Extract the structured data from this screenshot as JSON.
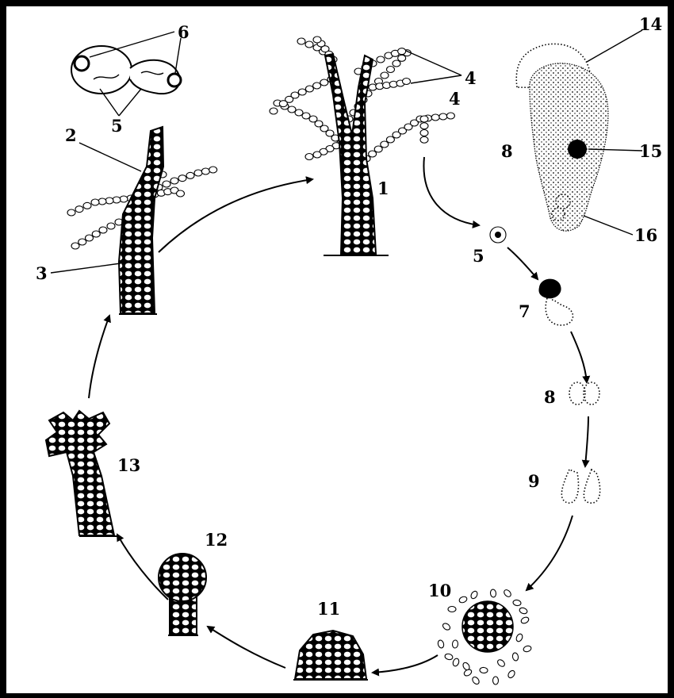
{
  "figure": {
    "labels": [
      {
        "id": "1",
        "text": "1"
      },
      {
        "id": "2",
        "text": "2"
      },
      {
        "id": "3",
        "text": "3"
      },
      {
        "id": "4",
        "text": "4"
      },
      {
        "id": "4b",
        "text": "4"
      },
      {
        "id": "5",
        "text": "5"
      },
      {
        "id": "5b",
        "text": "5"
      },
      {
        "id": "6",
        "text": "6"
      },
      {
        "id": "7",
        "text": "7"
      },
      {
        "id": "8",
        "text": "8"
      },
      {
        "id": "8b",
        "text": "8"
      },
      {
        "id": "9",
        "text": "9"
      },
      {
        "id": "10",
        "text": "10"
      },
      {
        "id": "11",
        "text": "11"
      },
      {
        "id": "12",
        "text": "12"
      },
      {
        "id": "13",
        "text": "13"
      },
      {
        "id": "14",
        "text": "14"
      },
      {
        "id": "15",
        "text": "15"
      },
      {
        "id": "16",
        "text": "16"
      }
    ],
    "colors": {
      "background": "#ffffff",
      "ink": "#000000",
      "frame": "#000000"
    }
  }
}
